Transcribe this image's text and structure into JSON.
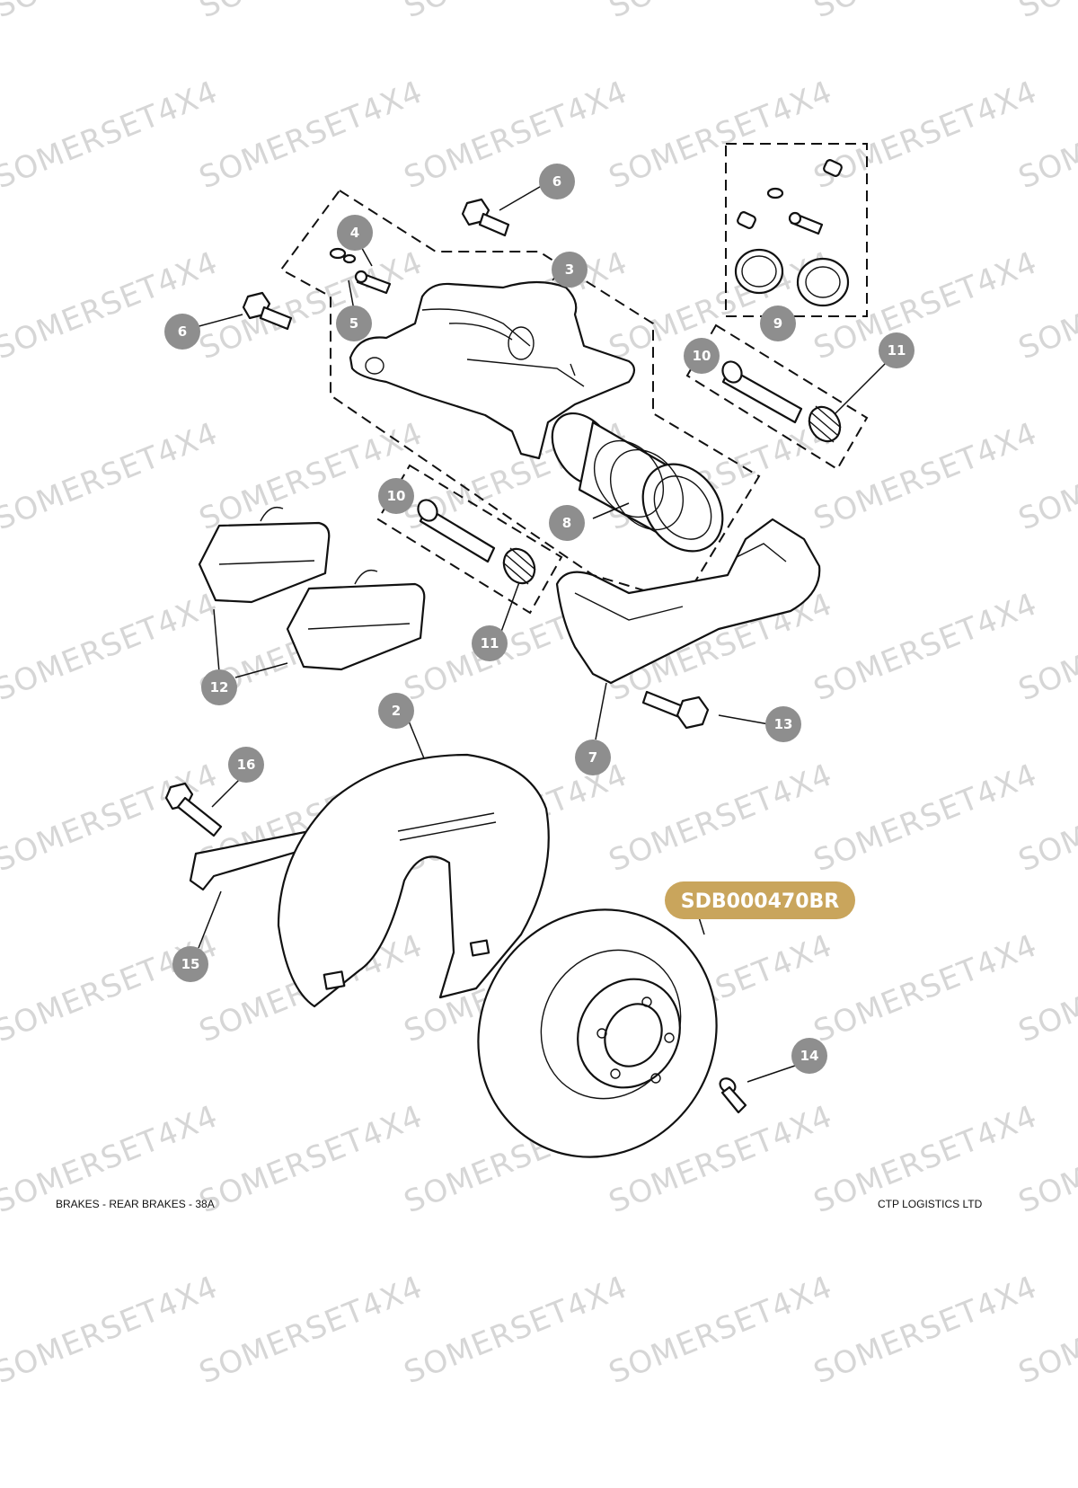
{
  "watermark": "SOMERSET4X4",
  "diagram_code": "SDB000470BR",
  "footer": {
    "left": "BRAKES - REAR BRAKES - 38A",
    "right": "CTP LOGISTICS LTD"
  },
  "callouts": {
    "c6a": "6",
    "c6b": "6",
    "c4": "4",
    "c5": "5",
    "c3": "3",
    "c9": "9",
    "c10a": "10",
    "c11a": "11",
    "c10b": "10",
    "c8": "8",
    "c11b": "11",
    "c12": "12",
    "c7": "7",
    "c13": "13",
    "c2": "2",
    "c16": "16",
    "c15": "15",
    "c14": "14"
  },
  "colors": {
    "callout_fill": "#8e8e8e",
    "code_badge_fill": "#c9a55c",
    "watermark": "#d6d6d6"
  }
}
